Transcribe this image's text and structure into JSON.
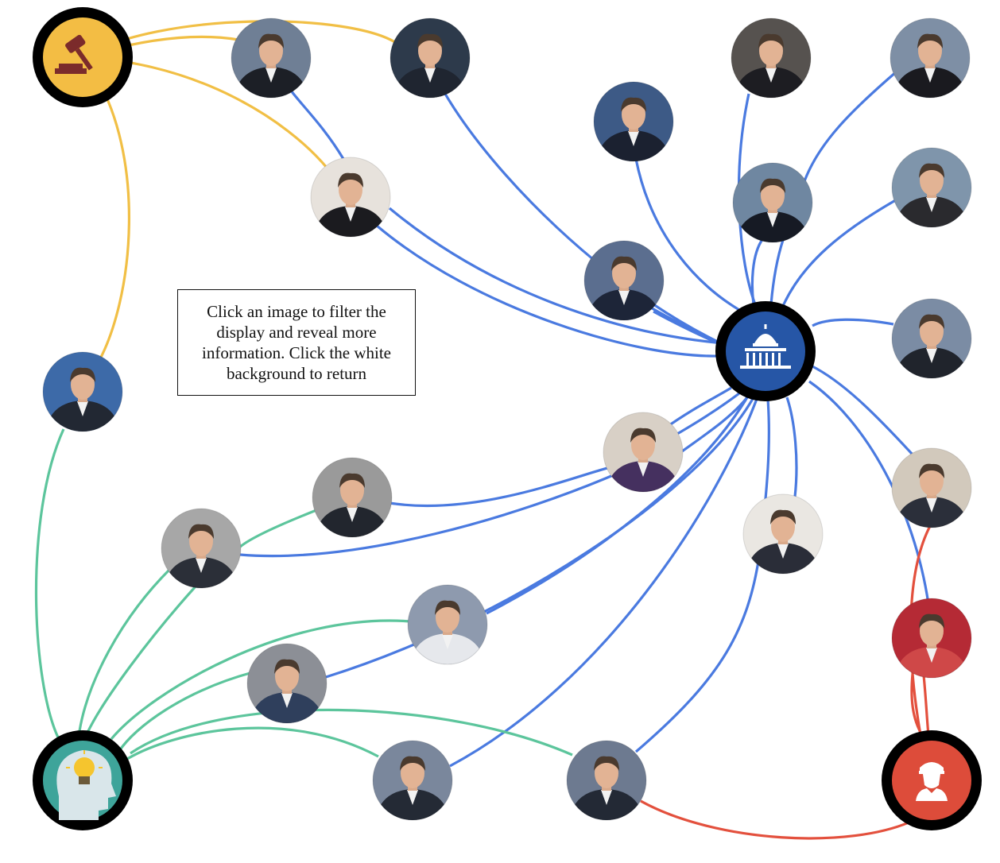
{
  "instructions": "Click an image to filter the display and reveal more information. Click the white background to return",
  "colors": {
    "background": "#ffffff",
    "hub_ring": "#000000",
    "link_senate": "#4a7ae0",
    "link_judiciary": "#f1bf45",
    "link_innovator": "#5cc59c",
    "link_military": "#e3503d",
    "senate_hub_fill": "#2656a6",
    "judiciary_hub_fill": "#f3bd44",
    "innovator_hub_fill": "#3ea49a",
    "military_hub_fill": "#dd4c3a",
    "photo_background": "#c9ccd1",
    "photo_suit": "#24324a"
  },
  "hubs": [
    {
      "id": "judiciary",
      "icon": "gavel-icon",
      "fill": "#f3bd44",
      "link_color": "#f1bf45"
    },
    {
      "id": "congress",
      "icon": "capitol-icon",
      "fill": "#2656a6",
      "link_color": "#4a7ae0"
    },
    {
      "id": "innovator",
      "icon": "lightbulb-head-icon",
      "fill": "#3ea49a",
      "link_color": "#5cc59c"
    },
    {
      "id": "military",
      "icon": "soldier-icon",
      "fill": "#dd4c3a",
      "link_color": "#e3503d"
    }
  ],
  "people": [
    {
      "id": "p1",
      "bg": "#6f7f95",
      "suit": "#1c1f26",
      "links": [
        "judiciary",
        "congress"
      ]
    },
    {
      "id": "p2",
      "bg": "#2d3a4b",
      "suit": "#1f2530",
      "links": [
        "judiciary",
        "congress"
      ]
    },
    {
      "id": "p3",
      "bg": "#e7e2dc",
      "suit": "#1b1b1f",
      "links": [
        "judiciary",
        "congress",
        "congress"
      ]
    },
    {
      "id": "p4",
      "bg": "#3d5a86",
      "suit": "#1b2130",
      "links": [
        "congress"
      ]
    },
    {
      "id": "p5",
      "bg": "#56524f",
      "suit": "#1d1d22",
      "links": [
        "congress"
      ]
    },
    {
      "id": "p6",
      "bg": "#7e8fa5",
      "suit": "#1a1a1f",
      "links": [
        "congress"
      ]
    },
    {
      "id": "p7",
      "bg": "#5b6e8f",
      "suit": "#1d2538",
      "links": [
        "congress",
        "congress"
      ]
    },
    {
      "id": "p8",
      "bg": "#6f87a1",
      "suit": "#161a24",
      "links": [
        "congress"
      ]
    },
    {
      "id": "p9",
      "bg": "#7f95ab",
      "suit": "#2a2a2e",
      "links": [
        "congress"
      ]
    },
    {
      "id": "p10",
      "bg": "#7b8ca4",
      "suit": "#20242c",
      "links": [
        "congress"
      ]
    },
    {
      "id": "p11",
      "bg": "#3d6aa8",
      "suit": "#222833",
      "links": [
        "judiciary",
        "innovator"
      ]
    },
    {
      "id": "p12",
      "bg": "#d8d0c6",
      "suit": "#45305f",
      "links": [
        "congress",
        "congress",
        "congress"
      ]
    },
    {
      "id": "p13",
      "bg": "#d2c9bc",
      "suit": "#2b2f3a",
      "links": [
        "congress",
        "military"
      ]
    },
    {
      "id": "p14",
      "bg": "#eae7e2",
      "suit": "#2a2d38",
      "links": [
        "congress"
      ]
    },
    {
      "id": "p15",
      "bg": "#9a9a9a",
      "suit": "#22262e",
      "links": [
        "congress",
        "innovator"
      ]
    },
    {
      "id": "p16",
      "bg": "#a7a7a7",
      "suit": "#2b2f38",
      "links": [
        "congress",
        "innovator",
        "innovator"
      ]
    },
    {
      "id": "p17",
      "bg": "#8e9aae",
      "suit": "#e6e8ec",
      "links": [
        "congress",
        "innovator"
      ]
    },
    {
      "id": "p18",
      "bg": "#b52a35",
      "suit": "#cf4848",
      "links": [
        "congress",
        "military",
        "military"
      ]
    },
    {
      "id": "p19",
      "bg": "#8c8f96",
      "suit": "#2f3f5c",
      "links": [
        "congress",
        "innovator"
      ]
    },
    {
      "id": "p20",
      "bg": "#7a879c",
      "suit": "#242a35",
      "links": [
        "congress",
        "innovator"
      ]
    },
    {
      "id": "p21",
      "bg": "#6d7a90",
      "suit": "#232935",
      "links": [
        "congress",
        "innovator",
        "military"
      ]
    }
  ]
}
